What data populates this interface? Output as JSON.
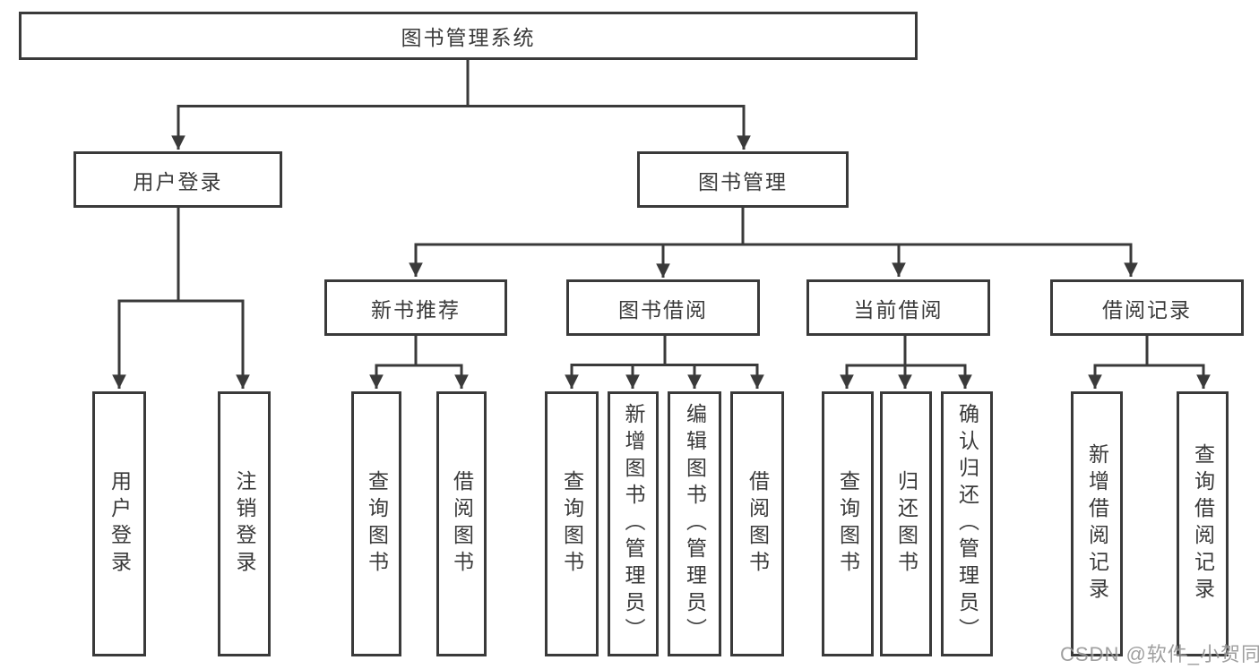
{
  "diagram": {
    "root": "图书管理系统",
    "login": {
      "label": "用户登录",
      "children": [
        "用户登录",
        "注销登录"
      ]
    },
    "management": {
      "label": "图书管理",
      "sections": [
        {
          "label": "新书推荐",
          "children": [
            "查询图书",
            "借阅图书"
          ]
        },
        {
          "label": "图书借阅",
          "children": [
            "查询图书",
            "新增图书（管理员）",
            "编辑图书（管理员）",
            "借阅图书"
          ]
        },
        {
          "label": "当前借阅",
          "children": [
            "查询图书",
            "归还图书",
            "确认归还（管理员）"
          ]
        },
        {
          "label": "借阅记录",
          "children": [
            "新增借阅记录",
            "查询借阅记录"
          ]
        }
      ]
    }
  },
  "watermark": {
    "text": "CSDN @软件_小贺同学"
  },
  "colors": {
    "line": "#3a3a3a",
    "box_background": "#ffffff",
    "watermark_gray": "#8f8f8f"
  }
}
